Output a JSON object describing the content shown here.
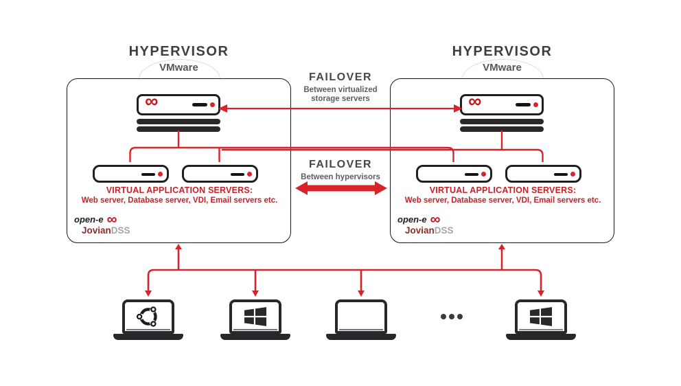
{
  "colors": {
    "accent_red": "#d8232a",
    "logo_red": "#c4161c",
    "text_red": "#c62127",
    "dark_icon": "#28272a",
    "title_gray": "#3e3d40",
    "subtitle_gray": "#5d5e62",
    "background": "#ffffff"
  },
  "icons": {
    "infinity_glyph": "∞"
  },
  "hypervisors": [
    {
      "title": "HYPERVISOR",
      "platform": "VMware",
      "vas_title": "VIRTUAL APPLICATION SERVERS:",
      "vas_subtitle": "Web server, Database server, VDI, Email servers etc.",
      "brand": {
        "name": "open-e",
        "product": "Jovian",
        "suffix": "DSS"
      }
    },
    {
      "title": "HYPERVISOR",
      "platform": "VMware",
      "vas_title": "VIRTUAL APPLICATION SERVERS:",
      "vas_subtitle": "Web server, Database server, VDI, Email servers etc.",
      "brand": {
        "name": "open-e",
        "product": "Jovian",
        "suffix": "DSS"
      }
    }
  ],
  "failover": [
    {
      "title": "FAILOVER",
      "lines": [
        "Between virtualized",
        "storage servers"
      ]
    },
    {
      "title": "FAILOVER",
      "lines": [
        "Between hypervisors"
      ]
    }
  ],
  "clients": {
    "laptops": [
      {
        "os_icon": "ubuntu-logo"
      },
      {
        "os_icon": "windows-logo"
      },
      {
        "os_icon": "none"
      },
      {
        "os_icon": "windows-logo"
      }
    ]
  }
}
